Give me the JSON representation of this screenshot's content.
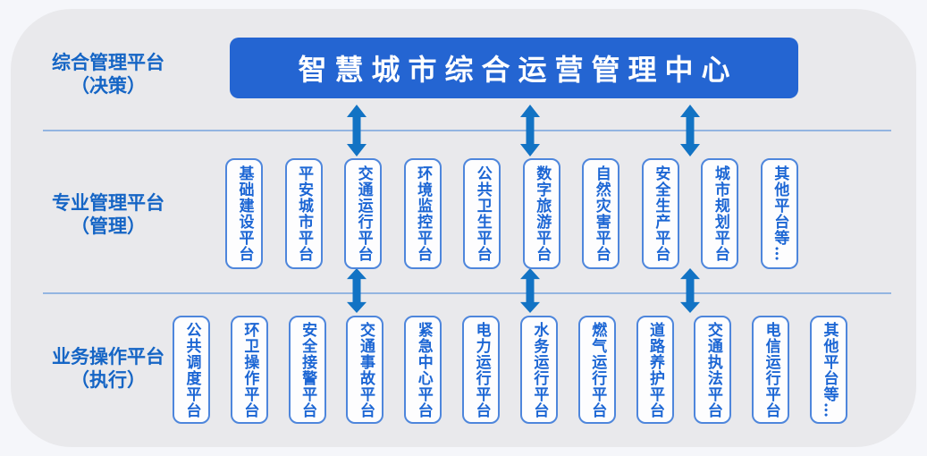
{
  "diagram": {
    "title": "智慧城市综合运营管理中心",
    "tiers": [
      {
        "label": "综合管理平台",
        "sublabel": "（决策）"
      },
      {
        "label": "专业管理平台",
        "sublabel": "（管理）",
        "boxes": [
          "基础建设平台",
          "平安城市平台",
          "交通运行平台",
          "环境监控平台",
          "公共卫生平台",
          "数字旅游平台",
          "自然灾害平台",
          "安全生产平台",
          "城市规划平台",
          "其他平台等…"
        ]
      },
      {
        "label": "业务操作平台",
        "sublabel": "（执行）",
        "boxes": [
          "公共调度平台",
          "环卫操作平台",
          "安全接警平台",
          "交通事故平台",
          "紧急中心平台",
          "电力运行平台",
          "水务运行平台",
          "燃气运行平台",
          "道路养护平台",
          "交通执法平台",
          "电信运行平台",
          "其他平台等…"
        ]
      }
    ],
    "colors": {
      "page_bg": "#f5f6fa",
      "card_bg": "#e9e9ec",
      "title_bg": "#2465d2",
      "title_text": "#ffffff",
      "label_text": "#1565c5",
      "box_border": "#4e86dc",
      "box_bg": "#fdfdfe",
      "box_text": "#1c66d4",
      "arrow": "#1273c4",
      "divider": "#93b5e1"
    }
  }
}
